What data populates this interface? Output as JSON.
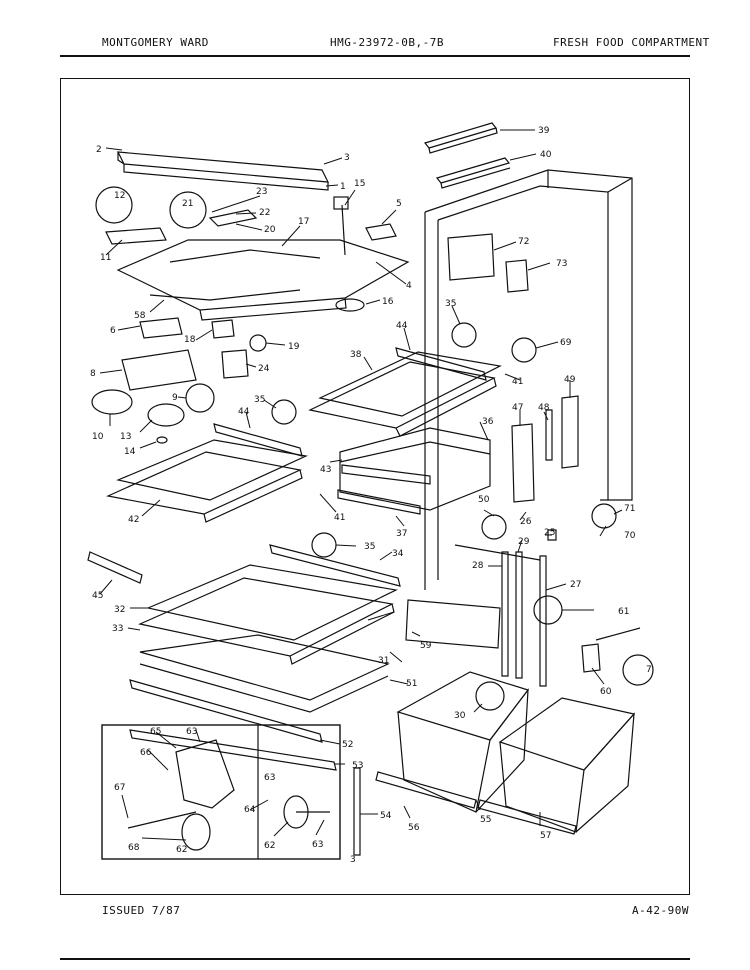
{
  "header": {
    "left": "MONTGOMERY WARD",
    "center": "HMG-23972-0B,-7B",
    "right": "FRESH FOOD COMPARTMENT"
  },
  "footer": {
    "left": "ISSUED 7/87",
    "right": "A-42-90W"
  },
  "callouts": {
    "c1": "1",
    "c2": "2",
    "c3": "3",
    "c4": "4",
    "c5": "5",
    "c6": "6",
    "c7": "7",
    "c8": "8",
    "c9": "9",
    "c10": "10",
    "c11": "11",
    "c12": "12",
    "c13": "13",
    "c14": "14",
    "c15": "15",
    "c16": "16",
    "c17": "17",
    "c18": "18",
    "c19": "19",
    "c20": "20",
    "c21": "21",
    "c22": "22",
    "c23": "23",
    "c24": "24",
    "c25": "25",
    "c26": "26",
    "c27": "27",
    "c28": "28",
    "c29": "29",
    "c30": "30",
    "c31": "31",
    "c32": "32",
    "c33": "33",
    "c34": "34",
    "c35a": "35",
    "c35b": "35",
    "c35c": "35",
    "c36": "36",
    "c37": "37",
    "c38": "38",
    "c39": "39",
    "c40": "40",
    "c41a": "41",
    "c41b": "41",
    "c42": "42",
    "c43": "43",
    "c44a": "44",
    "c44b": "44",
    "c45": "45",
    "c47": "47",
    "c48": "48",
    "c49": "49",
    "c50": "50",
    "c51": "51",
    "c52": "52",
    "c53": "53",
    "c54": "54",
    "c55": "55",
    "c56": "56",
    "c57": "57",
    "c58": "58",
    "c59": "59",
    "c60": "60",
    "c61": "61",
    "c62a": "62",
    "c62b": "62",
    "c63a": "63",
    "c63b": "63",
    "c63c": "63",
    "c64": "64",
    "c65": "65",
    "c66": "66",
    "c67": "67",
    "c68": "68",
    "c69": "69",
    "c70": "70",
    "c71": "71",
    "c72": "72",
    "c73": "73"
  }
}
